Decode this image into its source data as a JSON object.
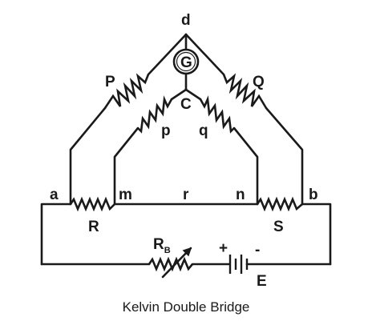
{
  "diagram": {
    "nodes": {
      "d": "d",
      "c": "C",
      "a": "a",
      "m": "m",
      "r": "r",
      "n": "n",
      "b": "b"
    },
    "components": {
      "P": "P",
      "Q": "Q",
      "p": "p",
      "q": "q",
      "R": "R",
      "S": "S",
      "RB_main": "R",
      "RB_sub": "B",
      "E": "E",
      "galvanometer": "G",
      "plus": "+",
      "minus": "-"
    },
    "caption": "Kelvin Double Bridge"
  }
}
